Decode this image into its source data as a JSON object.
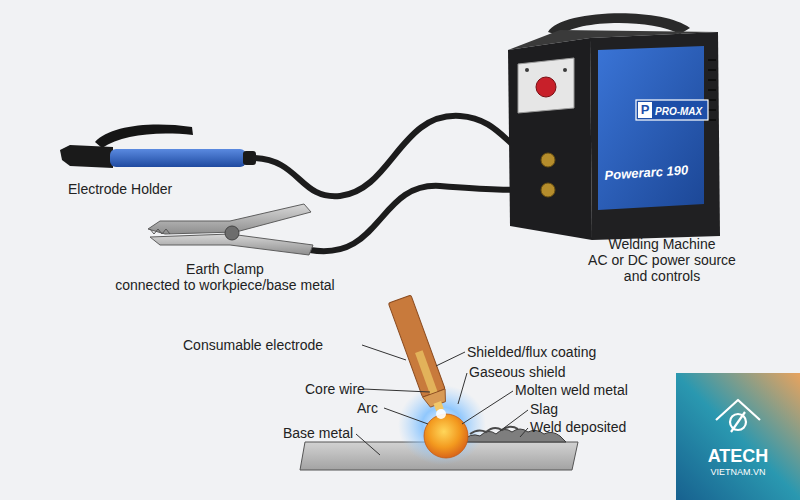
{
  "diagram": {
    "nodes": [
      {
        "text": [
          "ATECH",
          "VIETNAM.VN"
        ]
      }
    ],
    "labels": [
      "Electrode Holder",
      "Earth Clamp",
      "connected to workpiece/base metal",
      "Welding Machine",
      "AC or DC power source and controls",
      "P",
      "PRO-MAX",
      "Powerarc 190",
      "Consumable electrode",
      "Shielded/flux coating",
      "Gaseous shield",
      "Core wire",
      "Molten weld metal",
      "Arc",
      "Slag",
      "Base metal",
      "Weld deposited"
    ]
  }
}
